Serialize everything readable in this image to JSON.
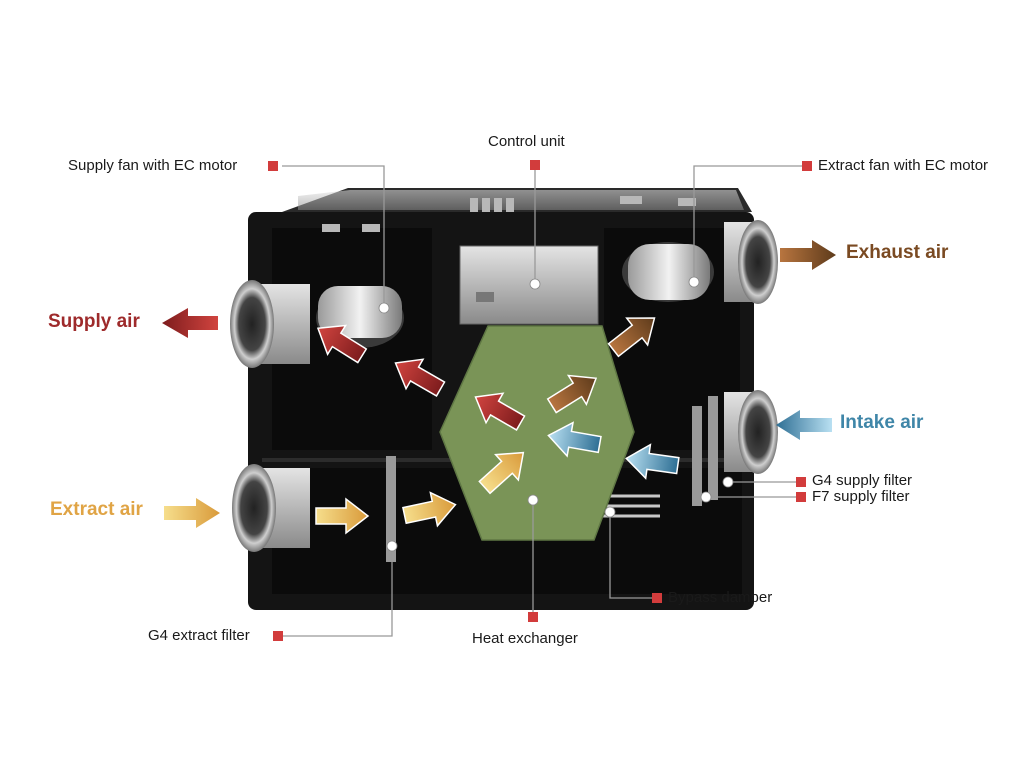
{
  "callouts": {
    "control_unit": "Control unit",
    "supply_fan": "Supply fan with EC motor",
    "extract_fan": "Extract fan with EC motor",
    "g4_supply_filter": "G4 supply filter",
    "f7_supply_filter": "F7 supply filter",
    "bypass_damper": "Bypass damper",
    "heat_exchanger": "Heat exchanger",
    "g4_extract_filter": "G4 extract filter"
  },
  "air_flows": {
    "supply_air": "Supply air",
    "exhaust_air": "Exhaust air",
    "intake_air": "Intake air",
    "extract_air": "Extract air"
  },
  "colors": {
    "supply_air": "#9e2a2b",
    "exhaust_air": "#7a4a22",
    "intake_air": "#3f86a8",
    "extract_air": "#e0a445",
    "heat_exchanger": "#7a9457",
    "marker": "#d23c3c",
    "housing": "#141414"
  }
}
